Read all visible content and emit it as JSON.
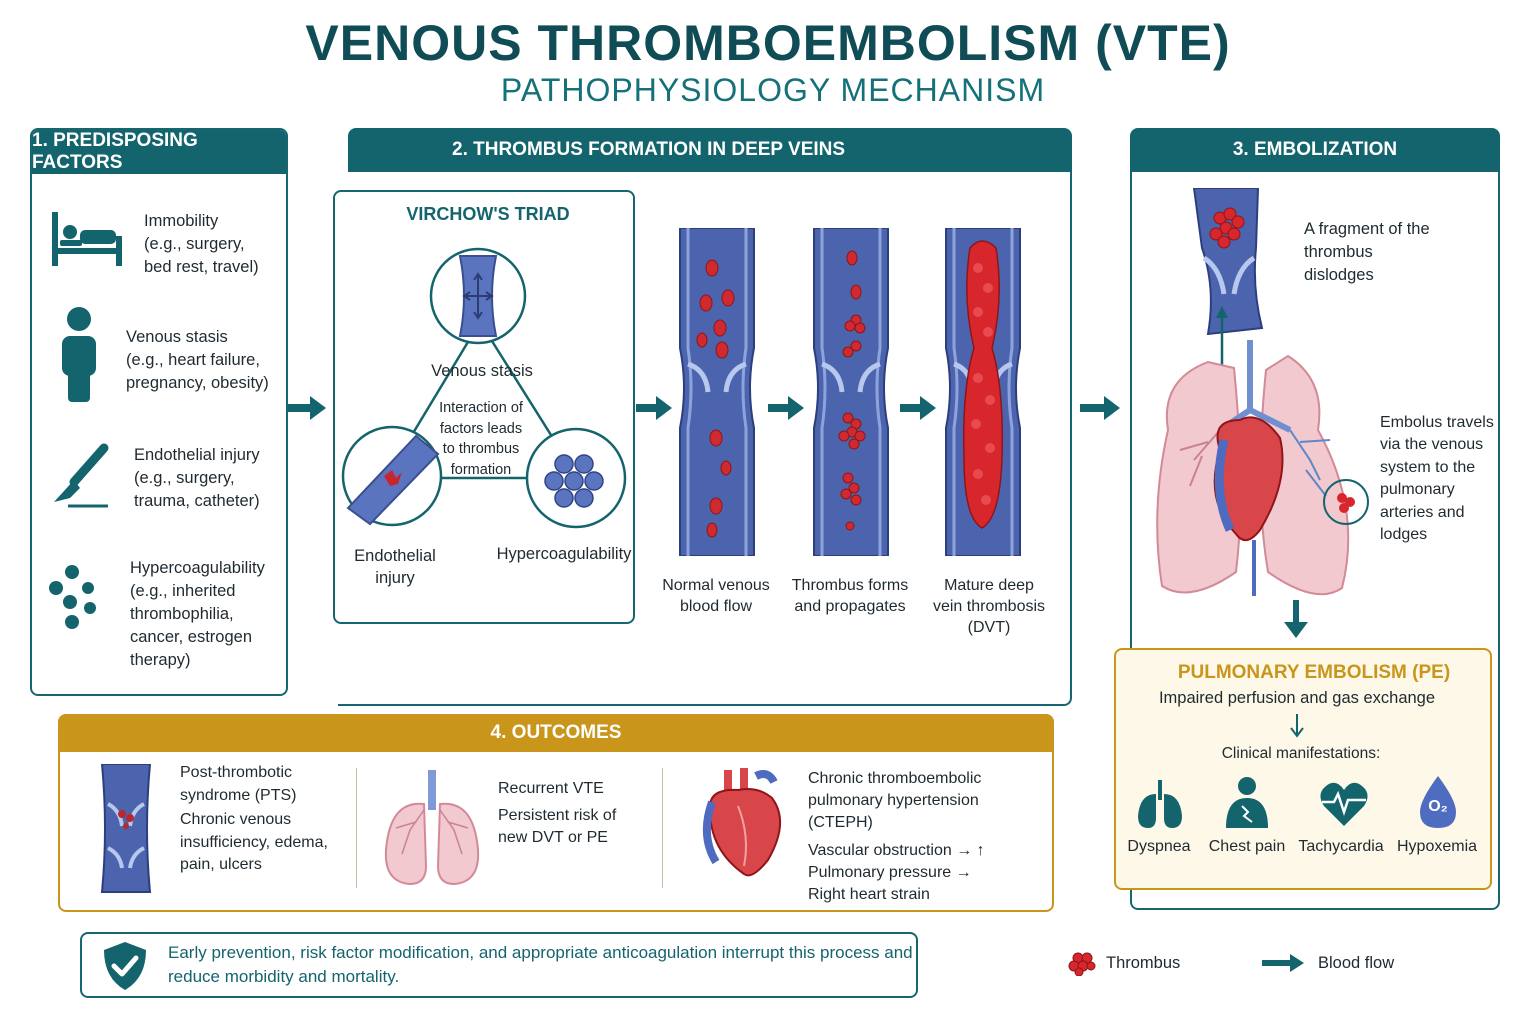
{
  "title": "VENOUS THROMBOEMBOLISM (VTE)",
  "subtitle": "PATHOPHYSIOLOGY MECHANISM",
  "colors": {
    "teal": "#14646e",
    "gold": "#c9961b",
    "vein": "#4a62a8",
    "clot": "#d2232a"
  },
  "section1": {
    "header": "1. PREDISPOSING FACTORS",
    "factors": [
      {
        "icon": "bed-icon",
        "name": "Immobility",
        "detail": "(e.g., surgery, bed rest, travel)"
      },
      {
        "icon": "person-icon",
        "name": "Venous stasis",
        "detail": "(e.g., heart failure, pregnancy, obesity)"
      },
      {
        "icon": "scalpel-icon",
        "name": "Endothelial injury",
        "detail": "(e.g., surgery, trauma, catheter)"
      },
      {
        "icon": "dots-icon",
        "name": "Hypercoagulability",
        "detail": "(e.g., inherited thrombophilia, cancer, estrogen therapy)"
      }
    ]
  },
  "section2": {
    "header": "2. THROMBUS FORMATION IN DEEP VEINS",
    "triad": {
      "title": "VIRCHOW'S TRIAD",
      "top": "Venous stasis",
      "left": "Endothelial injury",
      "right": "Hypercoagulability",
      "center": "Interaction of factors leads to thrombus formation"
    },
    "stages": [
      "Normal venous blood flow",
      "Thrombus forms and propagates",
      "Mature deep vein thrombosis (DVT)"
    ]
  },
  "section3": {
    "header": "3. EMBOLIZATION",
    "fragment_text": "A fragment of the thrombus dislodges",
    "travel_text": "Embolus travels via the venous system to the pulmonary arteries and lodges",
    "pe": {
      "title": "PULMONARY EMBOLISM (PE)",
      "subtitle": "Impaired perfusion and gas exchange",
      "manifest_label": "Clinical manifestations:",
      "items": [
        {
          "icon": "lungs-icon",
          "label": "Dyspnea"
        },
        {
          "icon": "chest-pain-icon",
          "label": "Chest pain"
        },
        {
          "icon": "heartbeat-icon",
          "label": "Tachycardia"
        },
        {
          "icon": "oxygen-drop-icon",
          "label": "Hypoxemia",
          "symbol": "O₂"
        }
      ]
    }
  },
  "section4": {
    "header": "4. OUTCOMES",
    "outcomes": [
      {
        "title": "Post-thrombotic syndrome (PTS)",
        "desc": "Chronic venous insufficiency, edema, pain, ulcers"
      },
      {
        "title": "Recurrent VTE",
        "desc": "Persistent risk of new DVT or PE"
      },
      {
        "title": "Chronic thromboembolic pulmonary hypertension (CTEPH)",
        "desc": "Vascular obstruction → ↑ Pulmonary pressure → Right heart strain"
      }
    ]
  },
  "footer": "Early prevention, risk factor modification, and appropriate anticoagulation interrupt this process and reduce morbidity and mortality.",
  "legend": {
    "thrombus": "Thrombus",
    "flow": "Blood flow"
  }
}
